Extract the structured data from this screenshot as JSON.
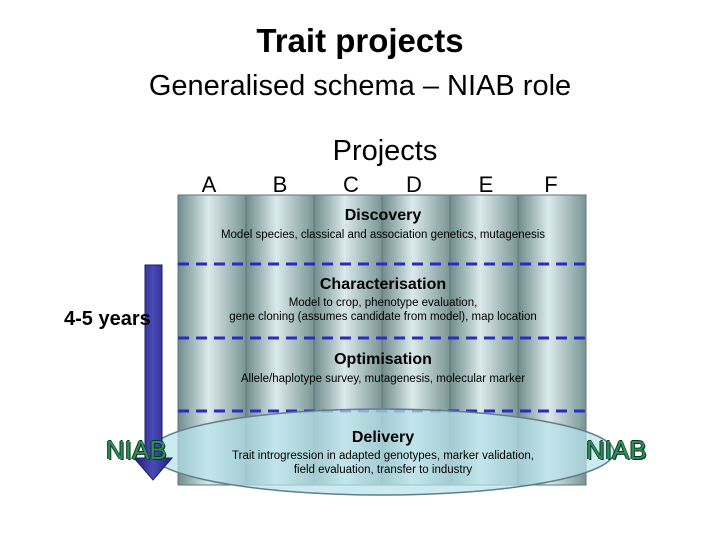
{
  "title": "Trait projects",
  "subtitle": "Generalised schema – NIAB role",
  "projects_heading": "Projects",
  "projects": [
    "A",
    "B",
    "C",
    "D",
    "E",
    "F"
  ],
  "stages": [
    {
      "name": "Discovery",
      "description": [
        "Model species, classical and association genetics, mutagenesis"
      ]
    },
    {
      "name": "Characterisation",
      "description": [
        "Model to crop, phenotype evaluation,",
        "gene cloning (assumes candidate from model), map location"
      ]
    },
    {
      "name": "Optimisation",
      "description": [
        "Allele/haplotype survey, mutagenesis, molecular marker"
      ]
    },
    {
      "name": "Delivery",
      "description": [
        "Trait introgression in adapted genotypes, marker validation,",
        "field evaluation, transfer to industry"
      ]
    }
  ],
  "timescale_label": "4-5 years",
  "niab_label_left": "NIAB",
  "niab_label_right": "NIAB",
  "colors": {
    "column_dark": "#7f9a9a",
    "column_light": "#d8e8e8",
    "dashed_line": "#2b2bc0",
    "arrow": "#33338f",
    "ellipse_fill": "#b7e3ec",
    "niab_green": "#2e8b57"
  }
}
